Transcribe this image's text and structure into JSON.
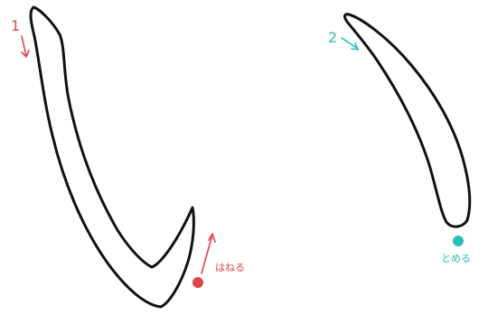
{
  "strokes": [
    {
      "number": "1",
      "number_color": "#e0454a",
      "ending_label": "はねる",
      "ending_color": "#e0454a"
    },
    {
      "number": "2",
      "number_color": "#2bbfb3",
      "ending_label": "とめる",
      "ending_color": "#2bbfb3"
    }
  ],
  "colors": {
    "outline": "#111111",
    "background": "#ffffff"
  }
}
